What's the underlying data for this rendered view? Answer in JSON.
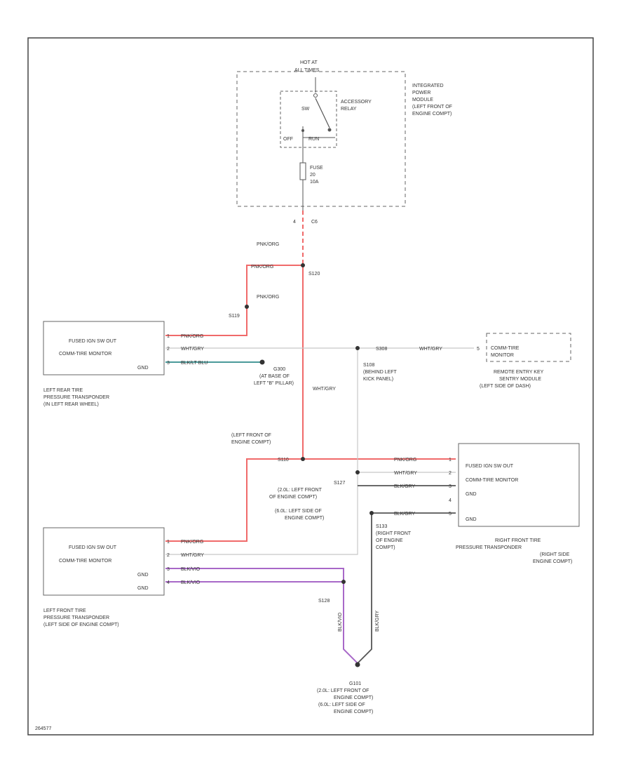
{
  "colors": {
    "power": "#f06a6a",
    "signal": "#c8c8c8",
    "ground_black": "#555555",
    "ground_violet": "#a868c8",
    "ground_teal": "#4a9a9a",
    "frame": "#444444"
  },
  "ipm": {
    "hot_at": "HOT AT",
    "hot_at_2": "ALL TIMES",
    "name_1": "INTEGRATED",
    "name_2": "POWER",
    "name_3": "MODULE",
    "name_4": "(LEFT FRONT OF",
    "name_5": "ENGINE COMPT)",
    "relay_1": "ACCESSORY",
    "relay_2": "RELAY",
    "sw_label": "SW",
    "off_label": "OFF",
    "run_label": "RUN",
    "fuse_1": "FUSE",
    "fuse_2": "20",
    "fuse_3": "10A",
    "connector": "C6",
    "pin": "4"
  },
  "wires": {
    "pnk_org": "PNK/ORG",
    "wht_gry": "WHT/GRY",
    "blk_ltblu": "BLK/LT BLU",
    "blk_vio": "BLK/VIO",
    "blk_gry": "BLK/GRY"
  },
  "splices": {
    "s_top": "S120",
    "s_mid": "S119",
    "s_lf": "S110",
    "s_lf_ground": "S128",
    "s_rf_sig": "S127",
    "s_rf_gnd": "S133",
    "s_data": "S108",
    "s_data_wire": "S308"
  },
  "grounds": {
    "g_lr": "G300",
    "g_lr_loc_1": "(AT BASE OF",
    "g_lr_loc_2": "LEFT \"B\" PILLAR)",
    "g_main": "G101",
    "g_main_loc_1": "(2.0L: LEFT FRONT OF",
    "g_main_loc_2": "ENGINE COMPT)",
    "g_main_loc_3": "(6.0L: LEFT SIDE OF",
    "g_main_loc_4": "ENGINE COMPT)"
  },
  "locations": {
    "s108_1": "(BEHIND LEFT",
    "s108_2": "KICK PANEL)",
    "s110_1": "(LEFT FRONT OF",
    "s110_2": "ENGINE COMPT)",
    "s127_1": "(2.0L: LEFT FRONT",
    "s127_2": "OF ENGINE COMPT)",
    "s127_3": "(6.0L: LEFT SIDE OF",
    "s127_4": "ENGINE COMPT)",
    "s133_1": "(RIGHT FRONT",
    "s133_2": "OF ENGINE",
    "s133_3": "COMPT)"
  },
  "modules": {
    "lr": {
      "row_1": "FUSED IGN SW OUT",
      "row_2": "COMM-TIRE MONITOR",
      "row_3": "GND",
      "cap_1": "LEFT REAR TIRE",
      "cap_2": "PRESSURE TRANSPONDER",
      "cap_3": "(IN LEFT REAR WHEEL)",
      "pins": [
        "1",
        "2",
        "3"
      ]
    },
    "lf": {
      "row_1": "FUSED IGN SW OUT",
      "row_2": "COMM-TIRE MONITOR",
      "row_3": "GND",
      "row_4": "GND",
      "cap_1": "LEFT FRONT TIRE",
      "cap_2": "PRESSURE TRANSPONDER",
      "cap_3": "(LEFT SIDE OF ENGINE COMPT)",
      "pins": [
        "1",
        "2",
        "3",
        "4"
      ]
    },
    "rf": {
      "row_1": "FUSED IGN SW OUT",
      "row_2": "COMM-TIRE MONITOR",
      "row_3": "GND",
      "row_4": "GND",
      "cap_1": "RIGHT FRONT TIRE",
      "cap_2": "PRESSURE TRANSPONDER",
      "cap_3": "(RIGHT SIDE",
      "cap_4": "ENGINE COMPT)",
      "pins": [
        "1",
        "2",
        "3",
        "4",
        "5"
      ]
    },
    "rke": {
      "row_1": "COMM-TIRE",
      "row_2": "MONITOR",
      "cap_1": "REMOTE ENTRY KEY",
      "cap_2": "SENTRY MODULE",
      "cap_3": "(LEFT SIDE OF DASH)",
      "pin": "5"
    }
  },
  "footer": "264577"
}
